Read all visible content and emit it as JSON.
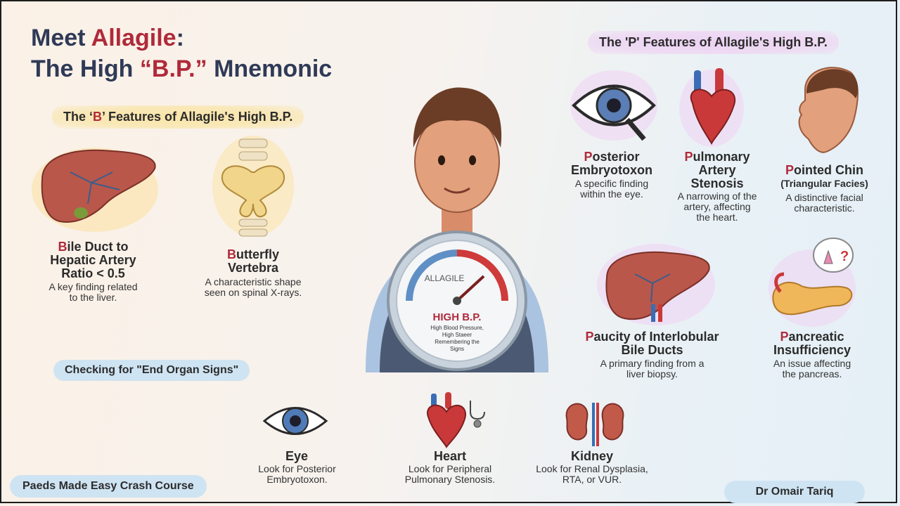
{
  "title": {
    "line1_prefix": "Meet ",
    "line1_highlight": "Allagile",
    "line1_suffix": ":",
    "line2_prefix": "The High ",
    "line2_highlight": "“B.P.”",
    "line2_suffix": " Mnemonic"
  },
  "b_section": {
    "header_prefix": "The ‘",
    "header_letter": "B",
    "header_suffix": "’ Features of Allagile's High B.P.",
    "items": [
      {
        "title_first": "B",
        "title_rest": "ile Duct to",
        "title_line2": "Hepatic Artery",
        "title_line3": "Ratio < 0.5",
        "desc_line1": "A key finding related",
        "desc_line2": "to the liver."
      },
      {
        "title_first": "B",
        "title_rest": "utterfly",
        "title_line2": "Vertebra",
        "desc_line1": "A characteristic shape",
        "desc_line2": "seen on spinal X-rays."
      }
    ]
  },
  "p_section": {
    "header": "The 'P' Features of Allagile's High B.P.",
    "items": [
      {
        "title_first": "P",
        "title_rest": "osterior",
        "title_line2": "Embryotoxon",
        "desc_line1": "A specific finding",
        "desc_line2": "within the eye."
      },
      {
        "title_first": "P",
        "title_rest": "ulmonary",
        "title_line2": "Artery",
        "title_line3": "Stenosis",
        "desc_line1": "A narrowing of the",
        "desc_line2": "artery, affecting",
        "desc_line3": "the heart."
      },
      {
        "title_first": "P",
        "title_rest": "ointed Chin",
        "subtitle": "(Triangular Facies)",
        "desc_line1": "A distinctive facial",
        "desc_line2": "characteristic."
      },
      {
        "title_first": "P",
        "title_rest": "aucity of Interlobular",
        "title_line2": "Bile Ducts",
        "desc_line1": "A primary finding from a",
        "desc_line2": "liver biopsy."
      },
      {
        "title_first": "P",
        "title_rest": "ancreatic",
        "title_line2": "Insufficiency",
        "desc_line1": "An issue affecting",
        "desc_line2": "the pancreas."
      }
    ]
  },
  "gauge": {
    "brand": "ALLAGILE",
    "label": "HIGH B.P.",
    "small_line1": "High Blood Pressure,",
    "small_line2": "High Staeer",
    "small_line3": "Remembering the",
    "small_line4": "Signs"
  },
  "end_organ": {
    "header": "Checking for \"End Organ Signs\"",
    "items": [
      {
        "title": "Eye",
        "desc_line1": "Look for Posterior",
        "desc_line2": "Embryotoxon."
      },
      {
        "title": "Heart",
        "desc_line1": "Look for Peripheral",
        "desc_line2": "Pulmonary Stenosis."
      },
      {
        "title": "Kidney",
        "desc_line1": "Look for Renal Dysplasia,",
        "desc_line2": "RTA, or VUR."
      }
    ]
  },
  "footer": {
    "course": "Paeds Made Easy Crash Course",
    "author": "Dr Omair Tariq"
  },
  "colors": {
    "accent_red": "#b02a3a",
    "title_navy": "#2f3a57",
    "pill_blue": "#cfe4f3"
  }
}
